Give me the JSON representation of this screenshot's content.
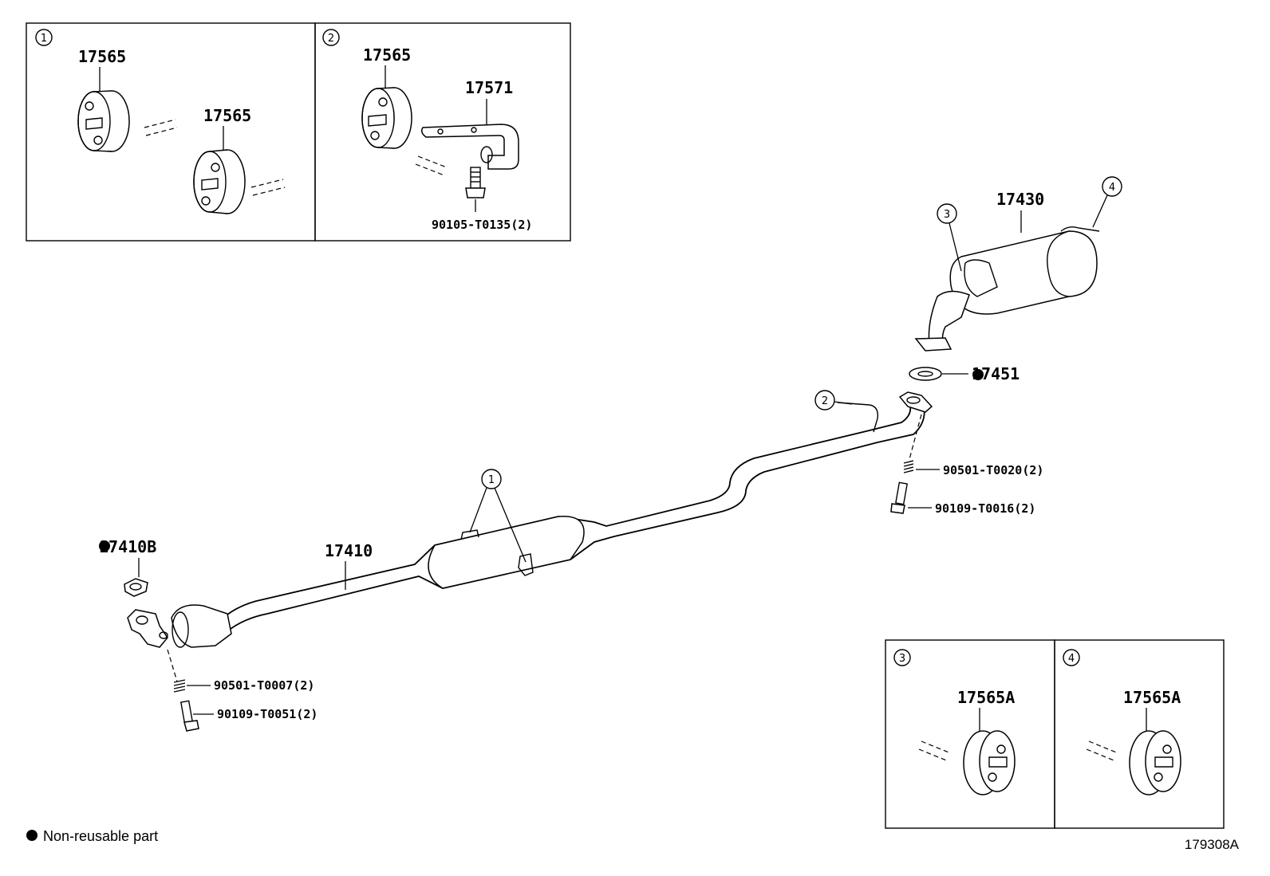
{
  "insets": {
    "inset1": {
      "index": "1",
      "parts": [
        "17565",
        "17565"
      ]
    },
    "inset2": {
      "index": "2",
      "parts": [
        "17565",
        "17571"
      ],
      "bolt": "90105-T0135(2)"
    },
    "inset3": {
      "index": "3",
      "part": "17565A"
    },
    "inset4": {
      "index": "4",
      "part": "17565A"
    }
  },
  "main": {
    "muffler": "17430",
    "gasket_rear": "17451",
    "gasket_front": "17410B",
    "pipe": "17410",
    "spring_rear": "90501-T0020(2)",
    "bolt_rear": "90109-T0016(2)",
    "spring_front": "90501-T0007(2)",
    "bolt_front": "90109-T0051(2)",
    "callouts": {
      "c1": "1",
      "c2": "2",
      "c3": "3",
      "c4": "4"
    }
  },
  "legend": {
    "marker": "●",
    "text": "Non-reusable part"
  },
  "reference": "179308A"
}
